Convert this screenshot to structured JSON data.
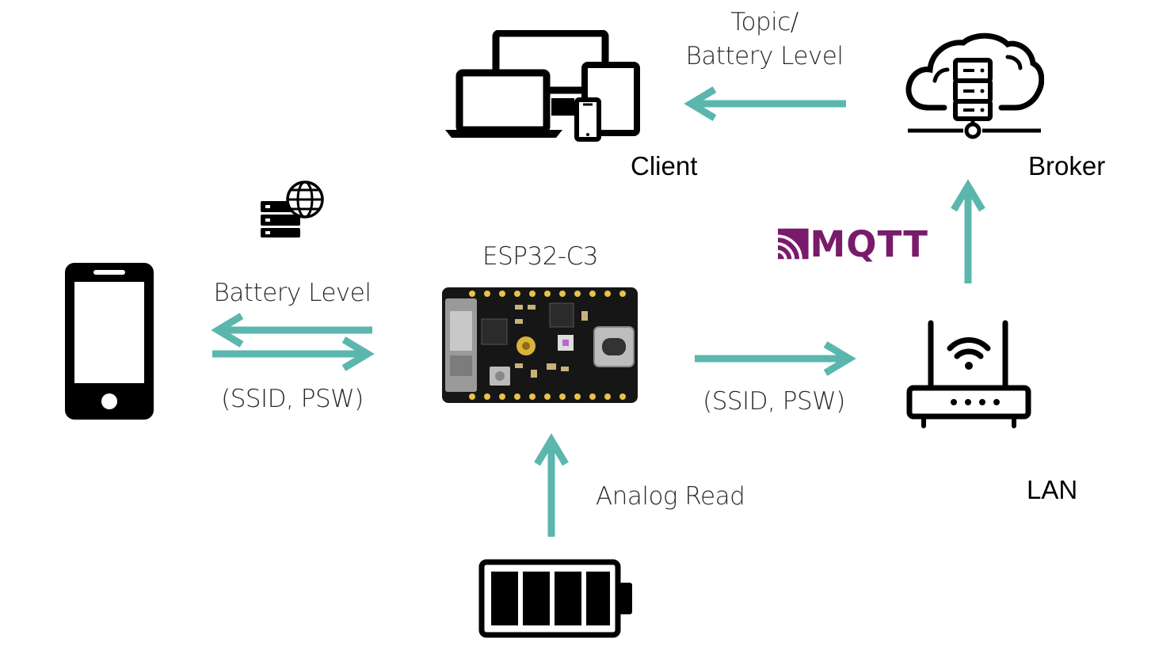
{
  "labels": {
    "client": "Client",
    "broker": "Broker",
    "esp32": "ESP32-C3",
    "lan": "LAN",
    "topic_line1": "Topic/",
    "topic_line2": "Battery Level",
    "battery_level": "Battery Level",
    "ssid_psw_left": "(SSID, PSW)",
    "ssid_psw_right": "(SSID, PSW)",
    "analog_read": "Analog Read",
    "mqtt": "MQTT"
  },
  "colors": {
    "arrow": "#5bb7ad",
    "mqtt": "#7a1a6b",
    "icon": "#000000"
  },
  "icons": [
    "devices-icon",
    "cloud-server-icon",
    "web-server-icon",
    "smartphone-icon",
    "esp32-board-icon",
    "router-icon",
    "battery-icon",
    "mqtt-logo-icon"
  ]
}
